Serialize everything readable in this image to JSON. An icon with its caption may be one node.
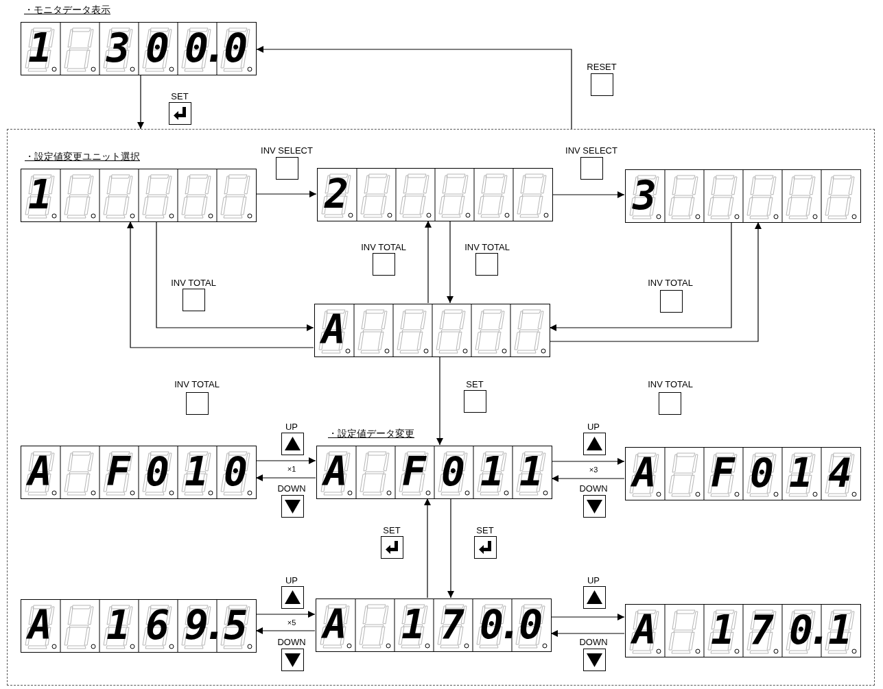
{
  "diagram": {
    "nodes": [
      {
        "text": [
          "・モニタデータ表示",
          "1 300.0"
        ]
      },
      {
        "text": [],
        "shape": "box"
      },
      {
        "text": [
          "・設定値変更ユニット選択",
          "1"
        ],
        "in": 1
      },
      {
        "text": [
          "2"
        ],
        "in": 1
      },
      {
        "text": [
          "3"
        ],
        "in": 1
      },
      {
        "text": [
          "A"
        ],
        "in": 1
      },
      {
        "text": [
          "A F010"
        ],
        "in": 1
      },
      {
        "text": [
          "・設定値データ変更",
          "A F011"
        ],
        "in": 1
      },
      {
        "text": [
          "A F014"
        ],
        "in": 1
      },
      {
        "text": [
          "A 169.5"
        ],
        "in": 1
      },
      {
        "text": [
          "A 170.0"
        ],
        "in": 1
      },
      {
        "text": [
          "A 170.1"
        ],
        "in": 1
      }
    ],
    "edges": [
      {
        "from": 0,
        "to": 1,
        "arrow": "to",
        "label": "SET"
      },
      {
        "from": 1,
        "to": 0,
        "arrow": "to",
        "label": "RESET"
      },
      {
        "from": 2,
        "to": 3,
        "arrow": "to",
        "label": "INV SELECT"
      },
      {
        "from": 3,
        "to": 4,
        "arrow": "to",
        "label": "INV SELECT"
      },
      {
        "from": 5,
        "to": 3,
        "arrow": "to",
        "label": "INV TOTAL"
      },
      {
        "from": 3,
        "to": 5,
        "arrow": "to",
        "label": "INV TOTAL"
      },
      {
        "from": 2,
        "to": 5,
        "arrow": "to",
        "label": "INV TOTAL"
      },
      {
        "from": 5,
        "to": 2,
        "arrow": "to",
        "label": "INV TOTAL"
      },
      {
        "from": 4,
        "to": 5,
        "arrow": "to",
        "label": "INV TOTAL"
      },
      {
        "from": 5,
        "to": 4,
        "arrow": "to",
        "label": "INV TOTAL"
      },
      {
        "from": 5,
        "to": 7,
        "arrow": "to",
        "label": "SET"
      },
      {
        "from": 6,
        "to": 7,
        "arrow": "to",
        "label": "UP"
      },
      {
        "from": 7,
        "to": 6,
        "arrow": "to",
        "label": "DOWN"
      },
      {
        "from": 7,
        "to": 8,
        "arrow": "to",
        "label": "UP"
      },
      {
        "from": 8,
        "to": 7,
        "arrow": "to",
        "label": "DOWN"
      },
      {
        "from": 10,
        "to": 7,
        "arrow": "to",
        "label": "SET"
      },
      {
        "from": 7,
        "to": 10,
        "arrow": "to",
        "label": "SET"
      },
      {
        "from": 9,
        "to": 10,
        "arrow": "to",
        "label": "UP"
      },
      {
        "from": 10,
        "to": 9,
        "arrow": "to",
        "label": "DOWN"
      },
      {
        "from": 10,
        "to": 11,
        "arrow": "to",
        "label": "UP"
      },
      {
        "from": 11,
        "to": 10,
        "arrow": "to",
        "label": "DOWN"
      }
    ],
    "labels": [
      "×1",
      "×3",
      "×5"
    ]
  }
}
